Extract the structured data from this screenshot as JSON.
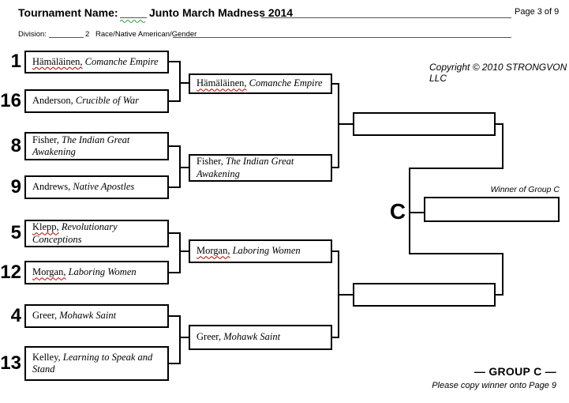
{
  "header": {
    "tournament_label": "Tournament Name:",
    "tournament_value": "Junto March Madness 2014",
    "page_indicator": "Page 3 of 9",
    "division_label": "Division:",
    "division_value": "2",
    "category_label": "Race/Native American/Gender"
  },
  "copyright": "Copyright © 2010 STRONGVON LLC",
  "group": {
    "letter": "C",
    "winner_label": "Winner of Group C",
    "footer_title": "— GROUP C —",
    "footer_note": "Please copy winner onto Page 9"
  },
  "bracket": {
    "round1": [
      {
        "seed": "1",
        "name": "Hämäläinen,",
        "work": "Comanche Empire"
      },
      {
        "seed": "16",
        "name": "Anderson,",
        "work": "Crucible of War"
      },
      {
        "seed": "8",
        "name": "Fisher,",
        "work": "The Indian Great Awakening"
      },
      {
        "seed": "9",
        "name": "Andrews,",
        "work": "Native Apostles"
      },
      {
        "seed": "5",
        "name": "Klepp,",
        "work": "Revolutionary Conceptions"
      },
      {
        "seed": "12",
        "name": "Morgan,",
        "work": "Laboring Women"
      },
      {
        "seed": "4",
        "name": "Greer,",
        "work": "Mohawk Saint"
      },
      {
        "seed": "13",
        "name": "Kelley,",
        "work": "Learning to Speak and Stand"
      }
    ],
    "round2": [
      {
        "name": "Hämäläinen,",
        "work": "Comanche Empire"
      },
      {
        "name": "Fisher,",
        "work": "The Indian Great Awakening"
      },
      {
        "name": "Morgan,",
        "work": "Laboring Women"
      },
      {
        "name": "Greer,",
        "work": "Mohawk Saint"
      }
    ]
  },
  "colors": {
    "spellcheck_red": "#c00000",
    "grammar_green": "#2e9e3e",
    "line_black": "#000000"
  }
}
